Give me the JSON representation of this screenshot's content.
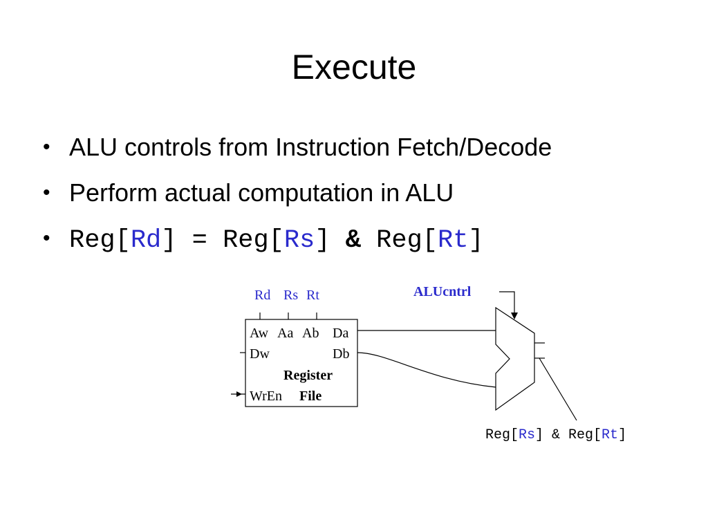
{
  "slide": {
    "title": "Execute",
    "bullets": [
      {
        "text": "ALU controls from Instruction Fetch/Decode"
      },
      {
        "text": "Perform actual computation in ALU"
      },
      {
        "formula": {
          "p1": "Reg[",
          "p2": "Rd",
          "p3": "] = Reg[",
          "p4": "Rs",
          "p5": "] ",
          "p6": "&",
          "p7": " Reg[",
          "p8": "Rt",
          "p9": "]"
        }
      }
    ]
  },
  "diagram": {
    "input_labels": {
      "rd": "Rd",
      "rs": "Rs",
      "rt": "Rt"
    },
    "register_file": {
      "aw": "Aw",
      "aa": "Aa",
      "ab": "Ab",
      "da": "Da",
      "dw": "Dw",
      "db": "Db",
      "name1": "Register",
      "wren": "WrEn",
      "name2": "File"
    },
    "alu_control": "ALUcntrl",
    "output": {
      "p1": "Reg[",
      "p2": "Rs",
      "p3": "] & Reg[",
      "p4": "Rt",
      "p5": "]"
    },
    "colors": {
      "accent": "#2a2acc",
      "text": "#000000"
    }
  }
}
